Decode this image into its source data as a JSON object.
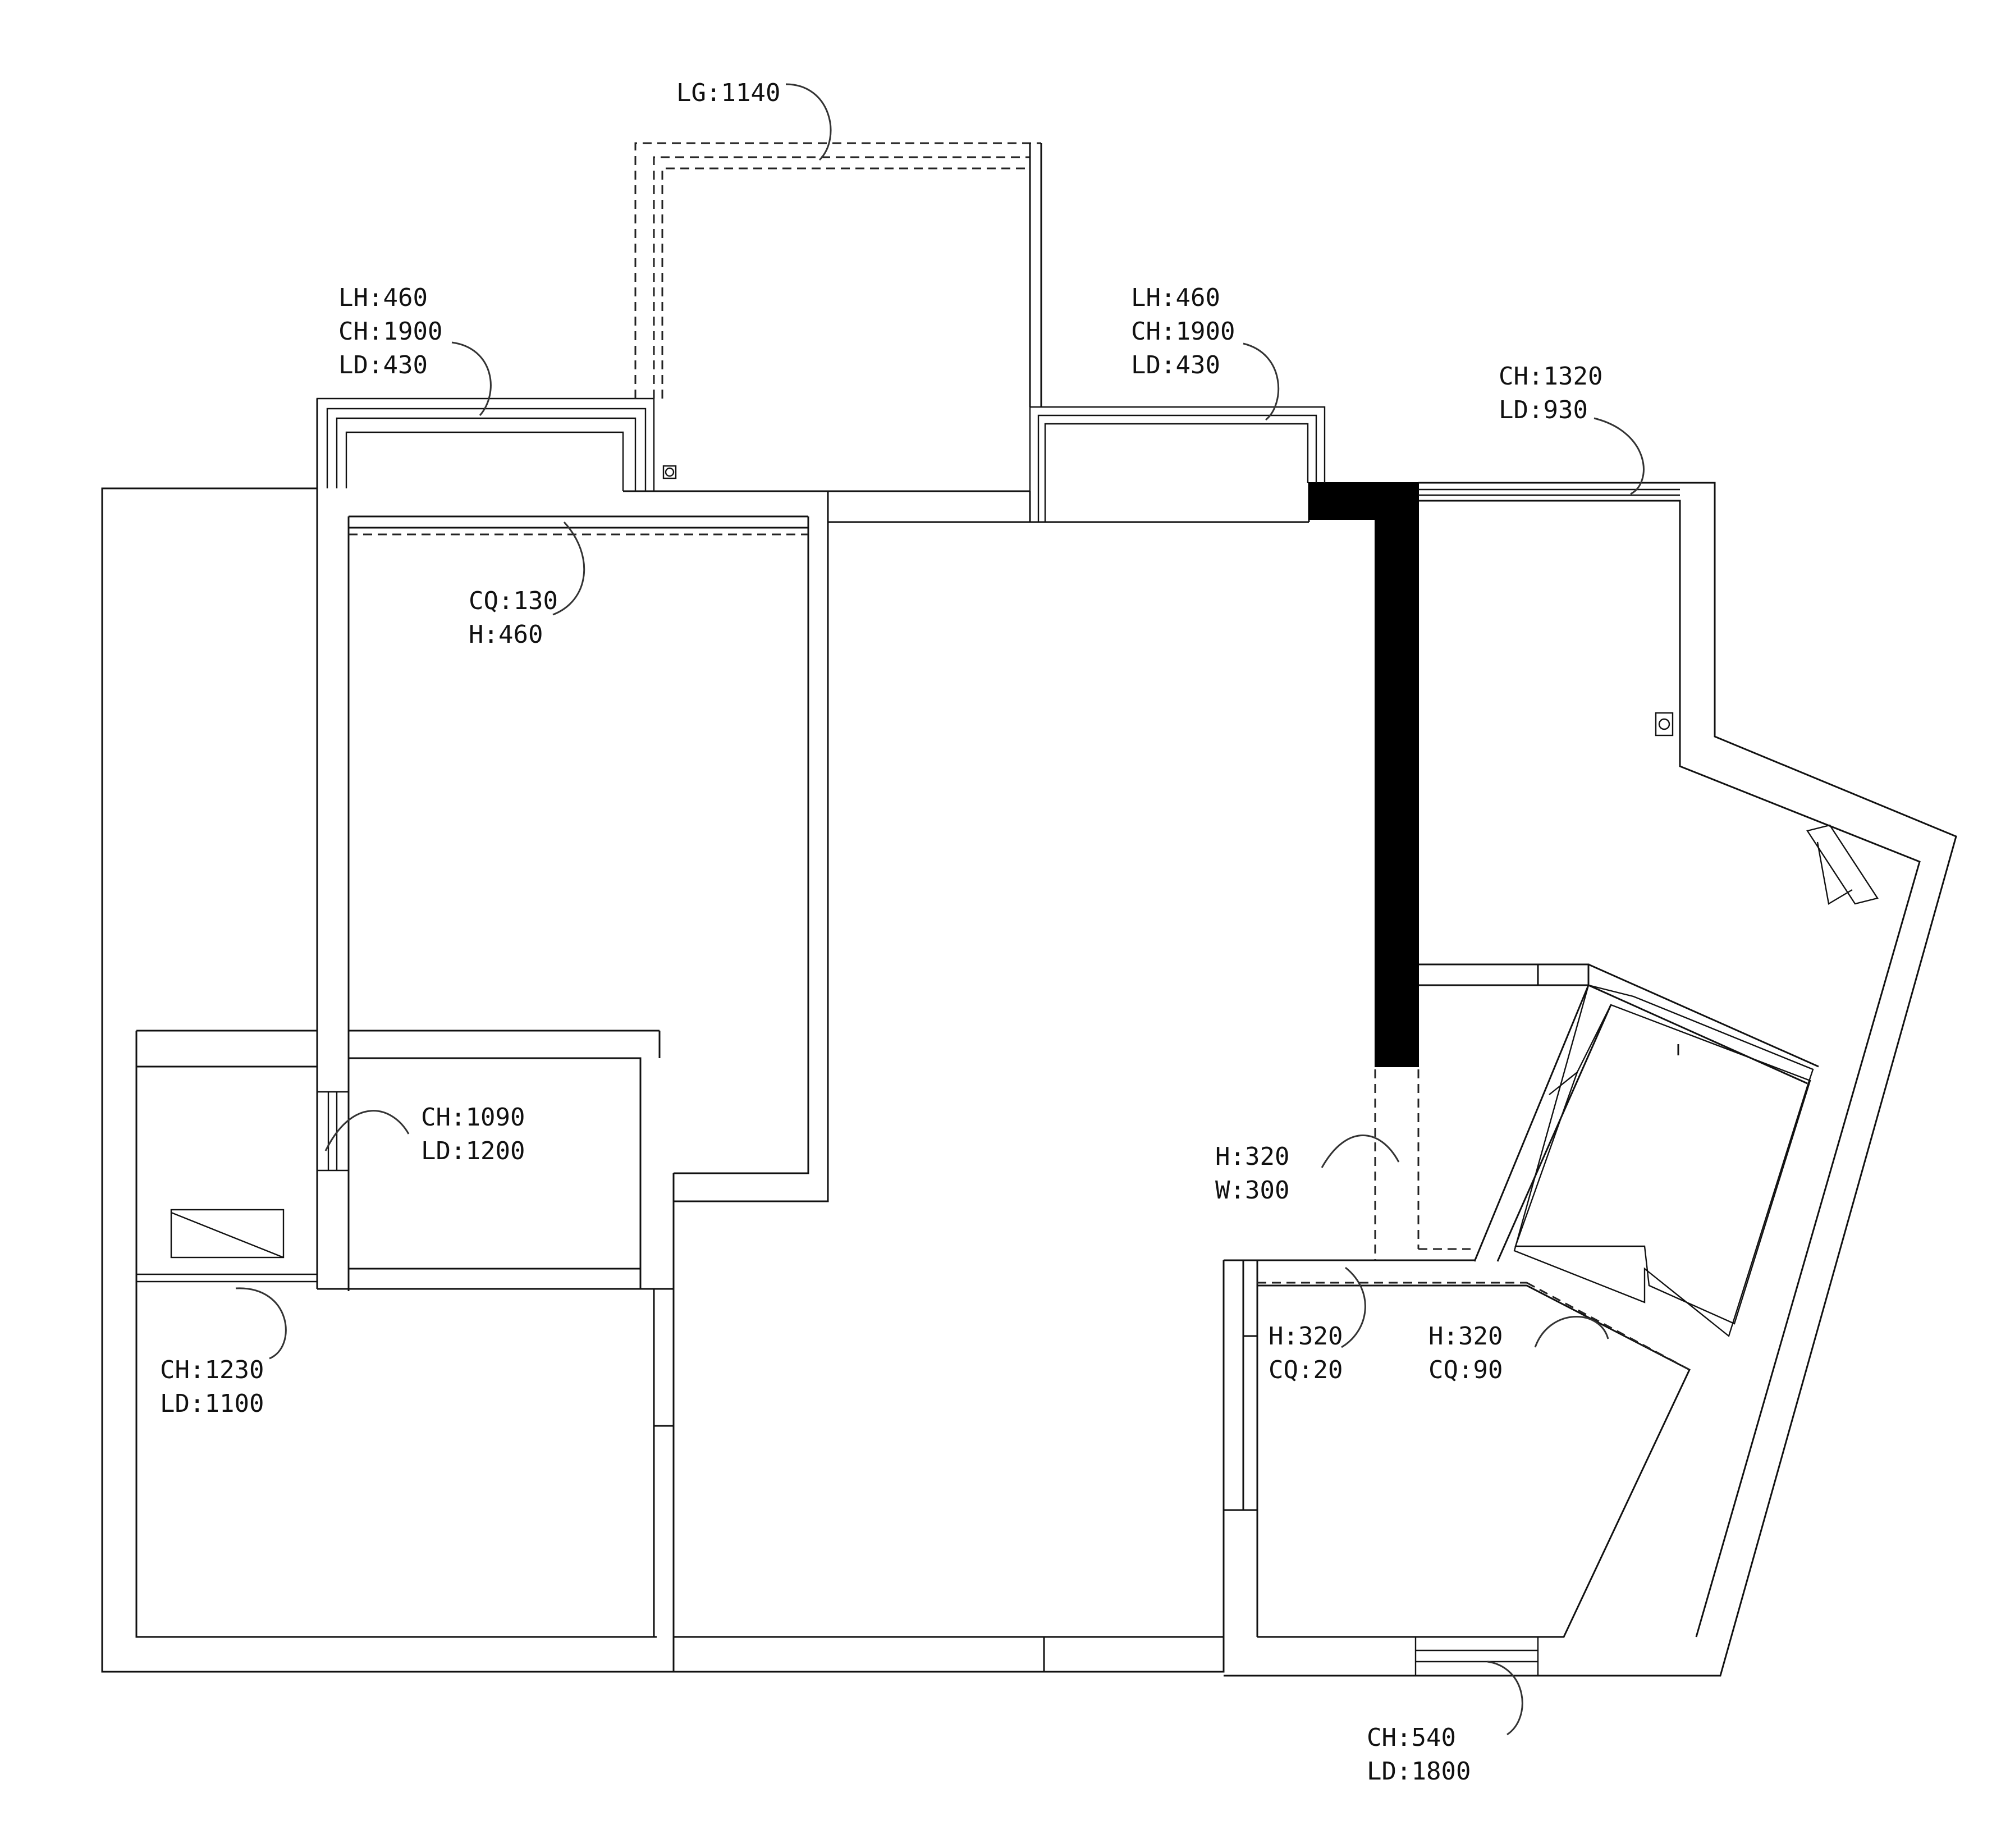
{
  "annotations": {
    "balcony_top": {
      "line1": "LG:1140"
    },
    "window_top_left": {
      "line1": "LH:460",
      "line2": "CH:1900",
      "line3": "LD:430"
    },
    "window_top_mid": {
      "line1": "LH:460",
      "line2": "CH:1900",
      "line3": "LD:430"
    },
    "window_top_right": {
      "line1": "CH:1320",
      "line2": "LD:930"
    },
    "soffit_left_room": {
      "line1": "CQ:130",
      "line2": "H:460"
    },
    "window_small_room": {
      "line1": "CH:1090",
      "line2": "LD:1200"
    },
    "window_lower_left": {
      "line1": "CH:1230",
      "line2": "LD:1100"
    },
    "opening_center": {
      "line1": "H:320",
      "line2": "W:300"
    },
    "soffit_right_a": {
      "line1": "H:320",
      "line2": "CQ:20"
    },
    "soffit_right_b": {
      "line1": "H:320",
      "line2": "CQ:90"
    },
    "window_bottom_right": {
      "line1": "CH:540",
      "line2": "LD:1800"
    }
  },
  "colors": {
    "ink": "#111111",
    "paper": "#ffffff",
    "demolished_wall": "#000000"
  }
}
